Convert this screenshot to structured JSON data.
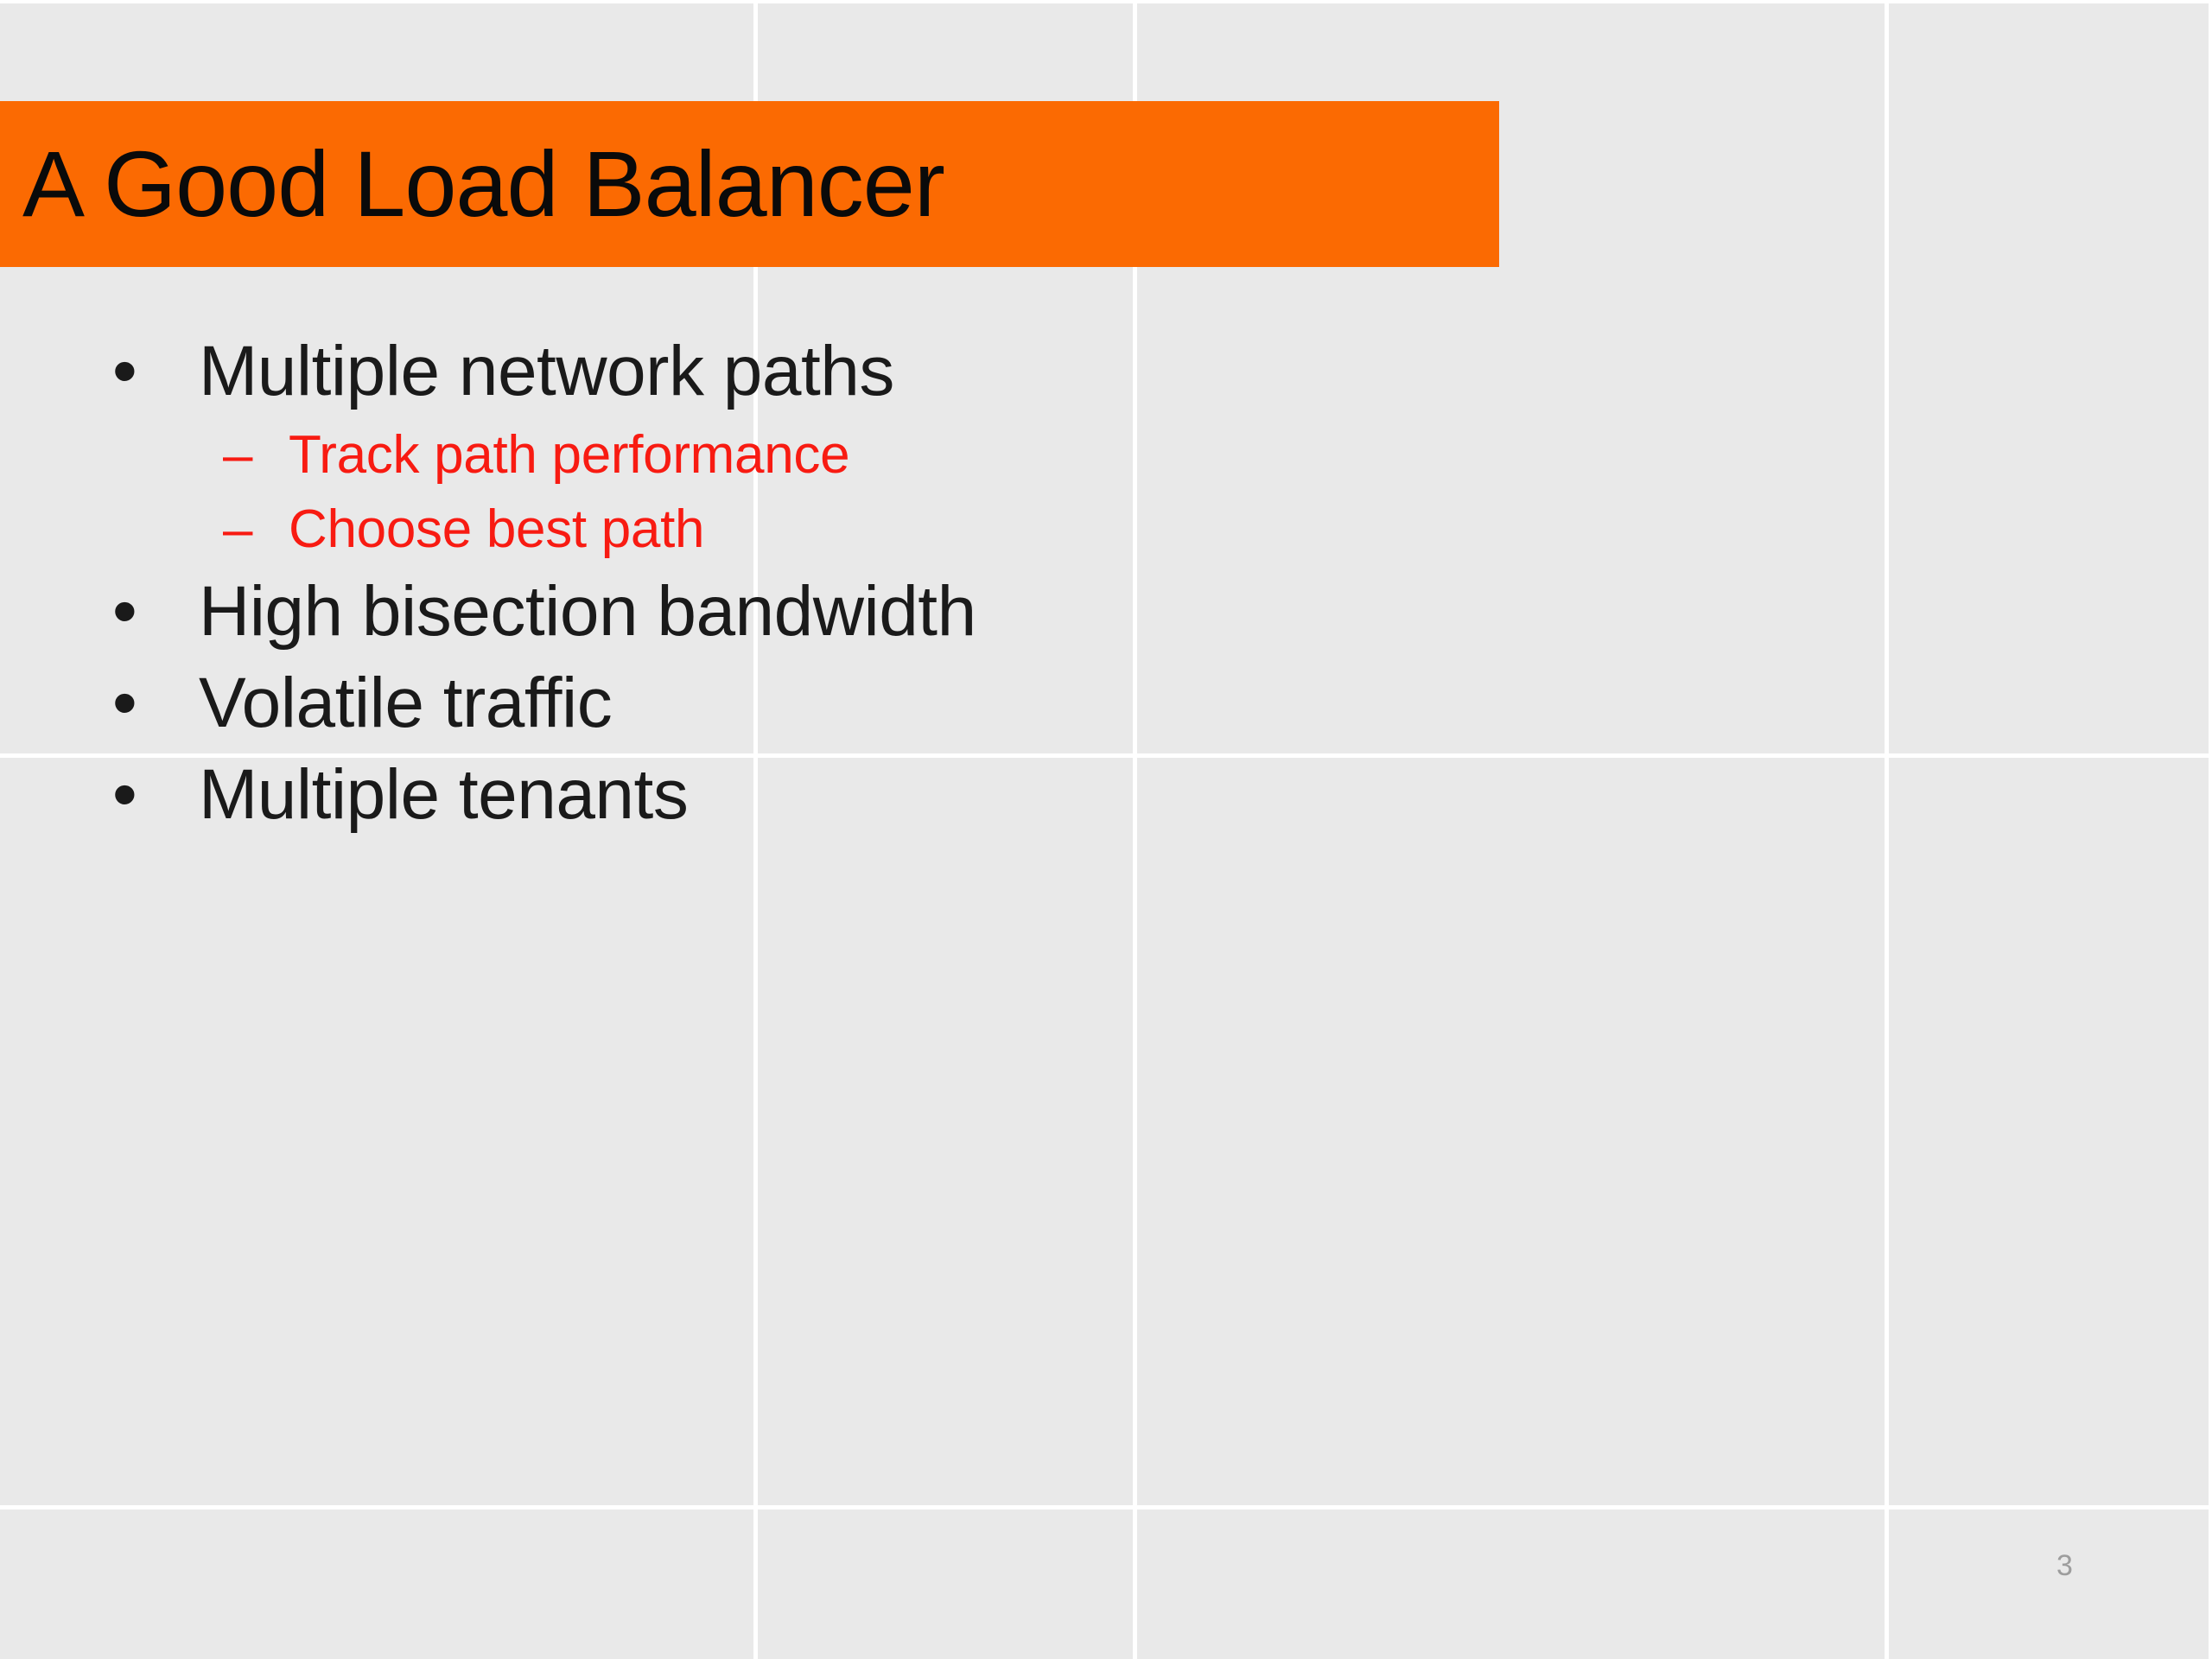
{
  "slide": {
    "background_color": "#e9e9e9",
    "accent_color": "#fb6a02",
    "sub_bullet_color": "#f81b12",
    "title": "A Good Load Balancer",
    "slide_number": "3",
    "bullets": [
      {
        "level": 1,
        "marker": "•",
        "label": "Multiple network paths"
      },
      {
        "level": 2,
        "marker": "–",
        "label": "Track path performance"
      },
      {
        "level": 2,
        "marker": "–",
        "label": "Choose best path"
      },
      {
        "level": 1,
        "marker": "•",
        "label": "High bisection bandwidth"
      },
      {
        "level": 1,
        "marker": "•",
        "label": "Volatile traffic"
      },
      {
        "level": 1,
        "marker": "•",
        "label": "Multiple tenants"
      }
    ]
  }
}
